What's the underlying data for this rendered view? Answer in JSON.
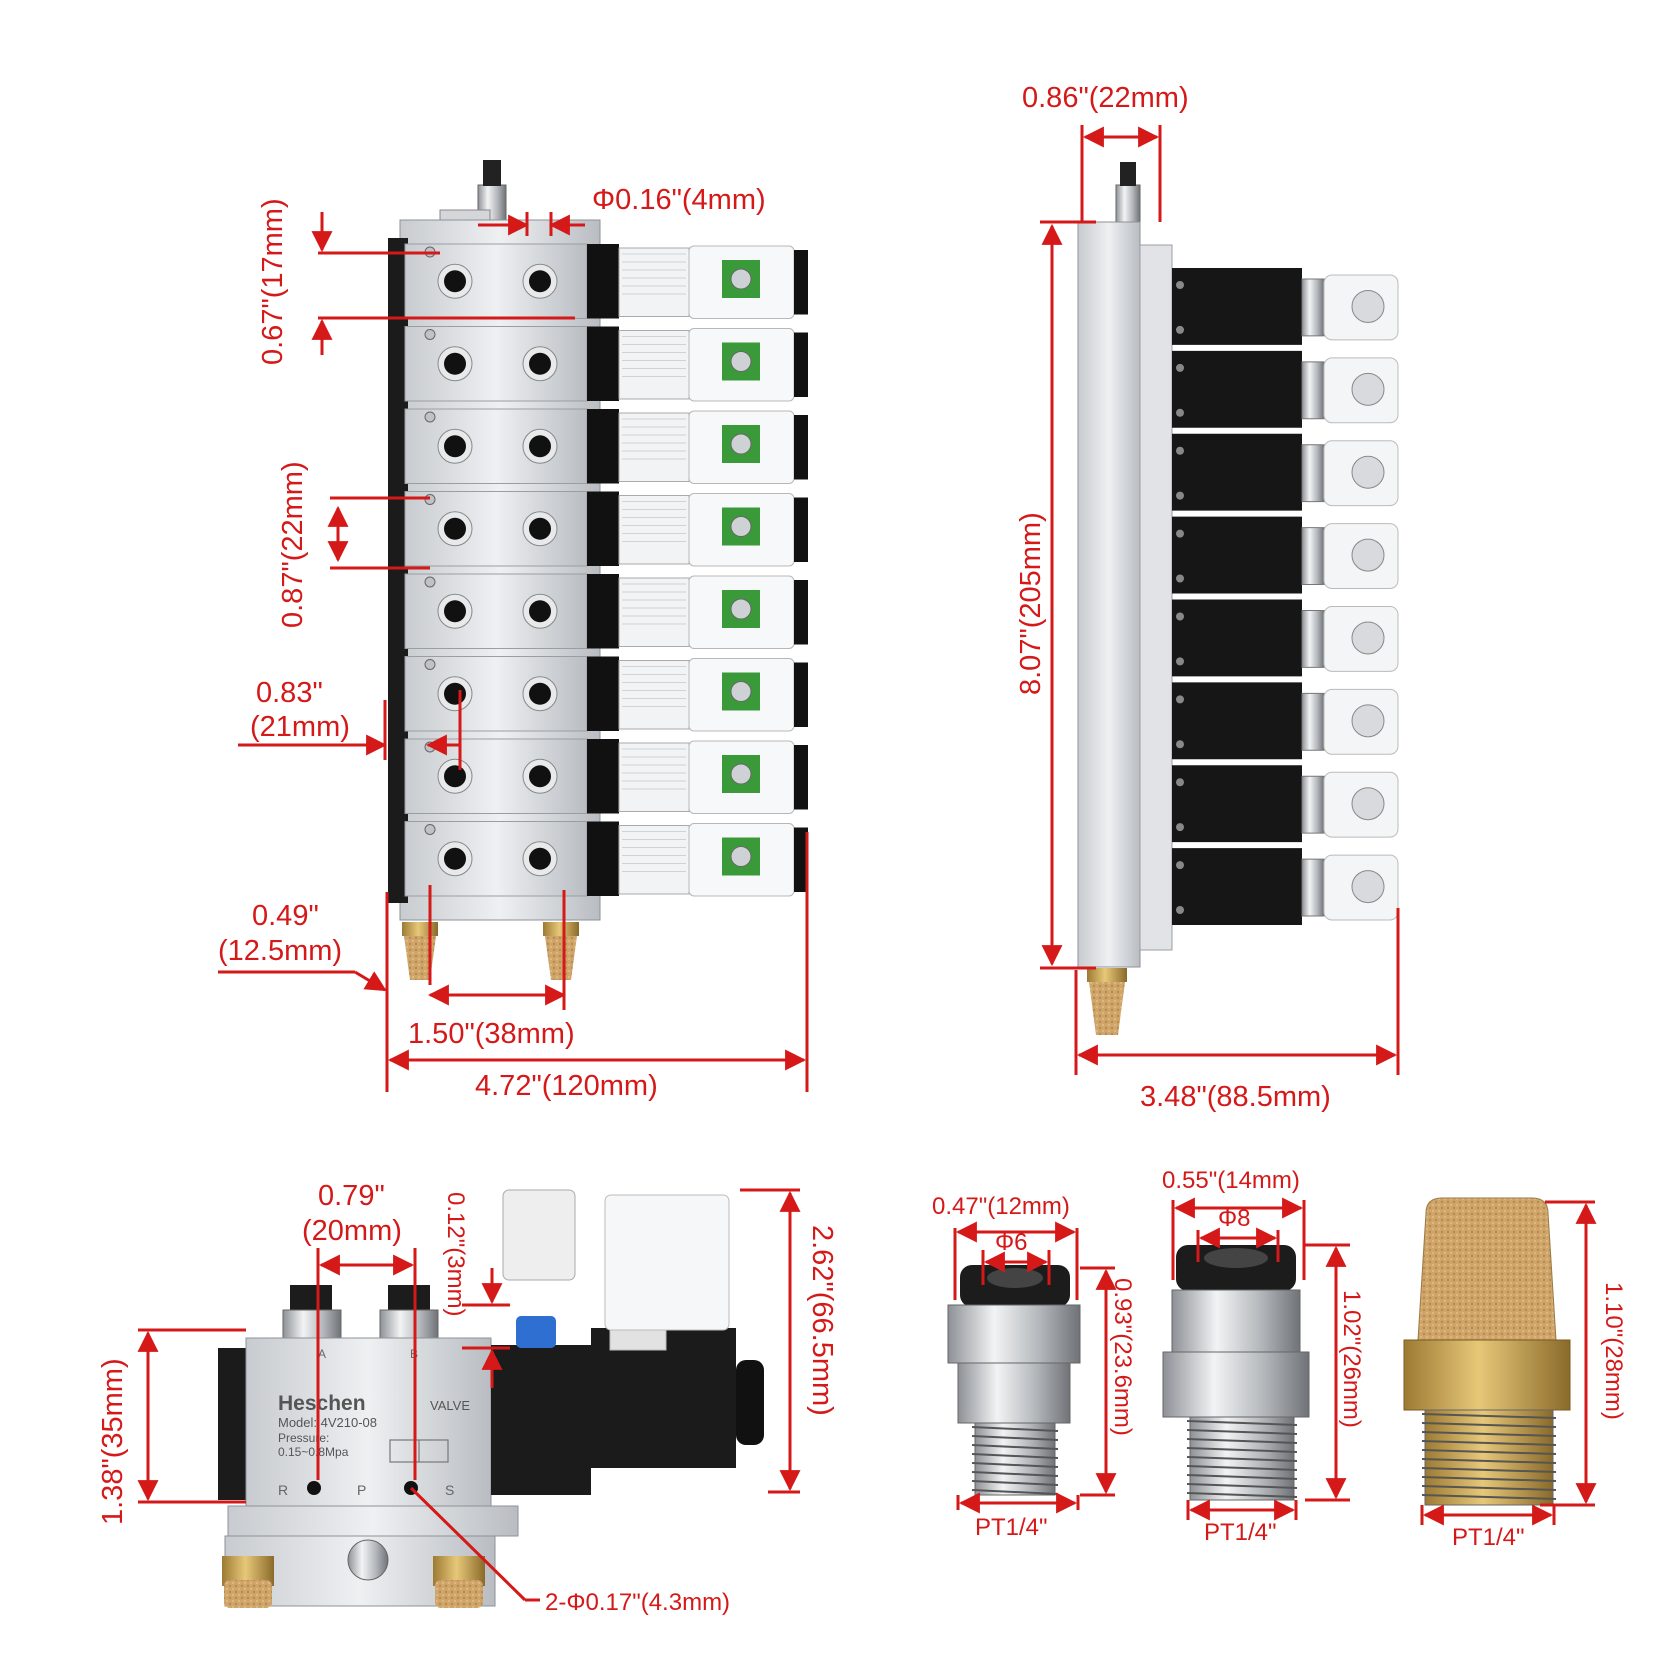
{
  "colors": {
    "dimension": "#d51818",
    "aluminum": "#d9dbde",
    "coil_black": "#1b1b1b",
    "brass": "#c9a04e",
    "pcb_green": "#3a9a3a"
  },
  "front_view": {
    "valve_count": 8,
    "dims": {
      "inlet_diameter": "Φ0.16\"(4mm)",
      "station_height": "0.67\"(17mm)",
      "station_pitch": "0.87\"(22mm)",
      "port_offset_line1": "0.83\"",
      "port_offset_line2": "(21mm)",
      "edge_offset_line1": "0.49\"",
      "edge_offset_line2": "(12.5mm)",
      "muffler_spacing": "1.50\"(38mm)",
      "overall_width": "4.72\"(120mm)"
    }
  },
  "side_view": {
    "valve_count": 8,
    "dims": {
      "rail_width": "0.86\"(22mm)",
      "overall_height": "8.07\"(205mm)",
      "overall_depth": "3.48\"(88.5mm)"
    }
  },
  "single_valve": {
    "brand": "Heschen",
    "valve_label": "VALVE",
    "model": "Model: 4V210-08",
    "pressure_label": "Pressure:",
    "pressure_value": "0.15~0.8Mpa",
    "port_labels": [
      "A",
      "B",
      "R",
      "P",
      "S"
    ],
    "dims": {
      "port_spacing_line1": "0.79\"",
      "port_spacing_line2": "(20mm)",
      "lip_height": "0.12\"(3mm)",
      "body_height": "1.38\"(35mm)",
      "total_height": "2.62\"(66.5mm)",
      "mount_holes": "2-Φ0.17\"(4.3mm)"
    }
  },
  "fittings": [
    {
      "id": "fitting-6",
      "width": "0.47\"(12mm)",
      "tube": "Φ6",
      "height": "0.93\"(23.6mm)",
      "thread": "PT1/4\""
    },
    {
      "id": "fitting-8",
      "width": "0.55\"(14mm)",
      "tube": "Φ8",
      "height": "1.02\"(26mm)",
      "thread": "PT1/4\""
    }
  ],
  "muffler": {
    "height": "1.10\"(28mm)",
    "thread": "PT1/4\""
  }
}
